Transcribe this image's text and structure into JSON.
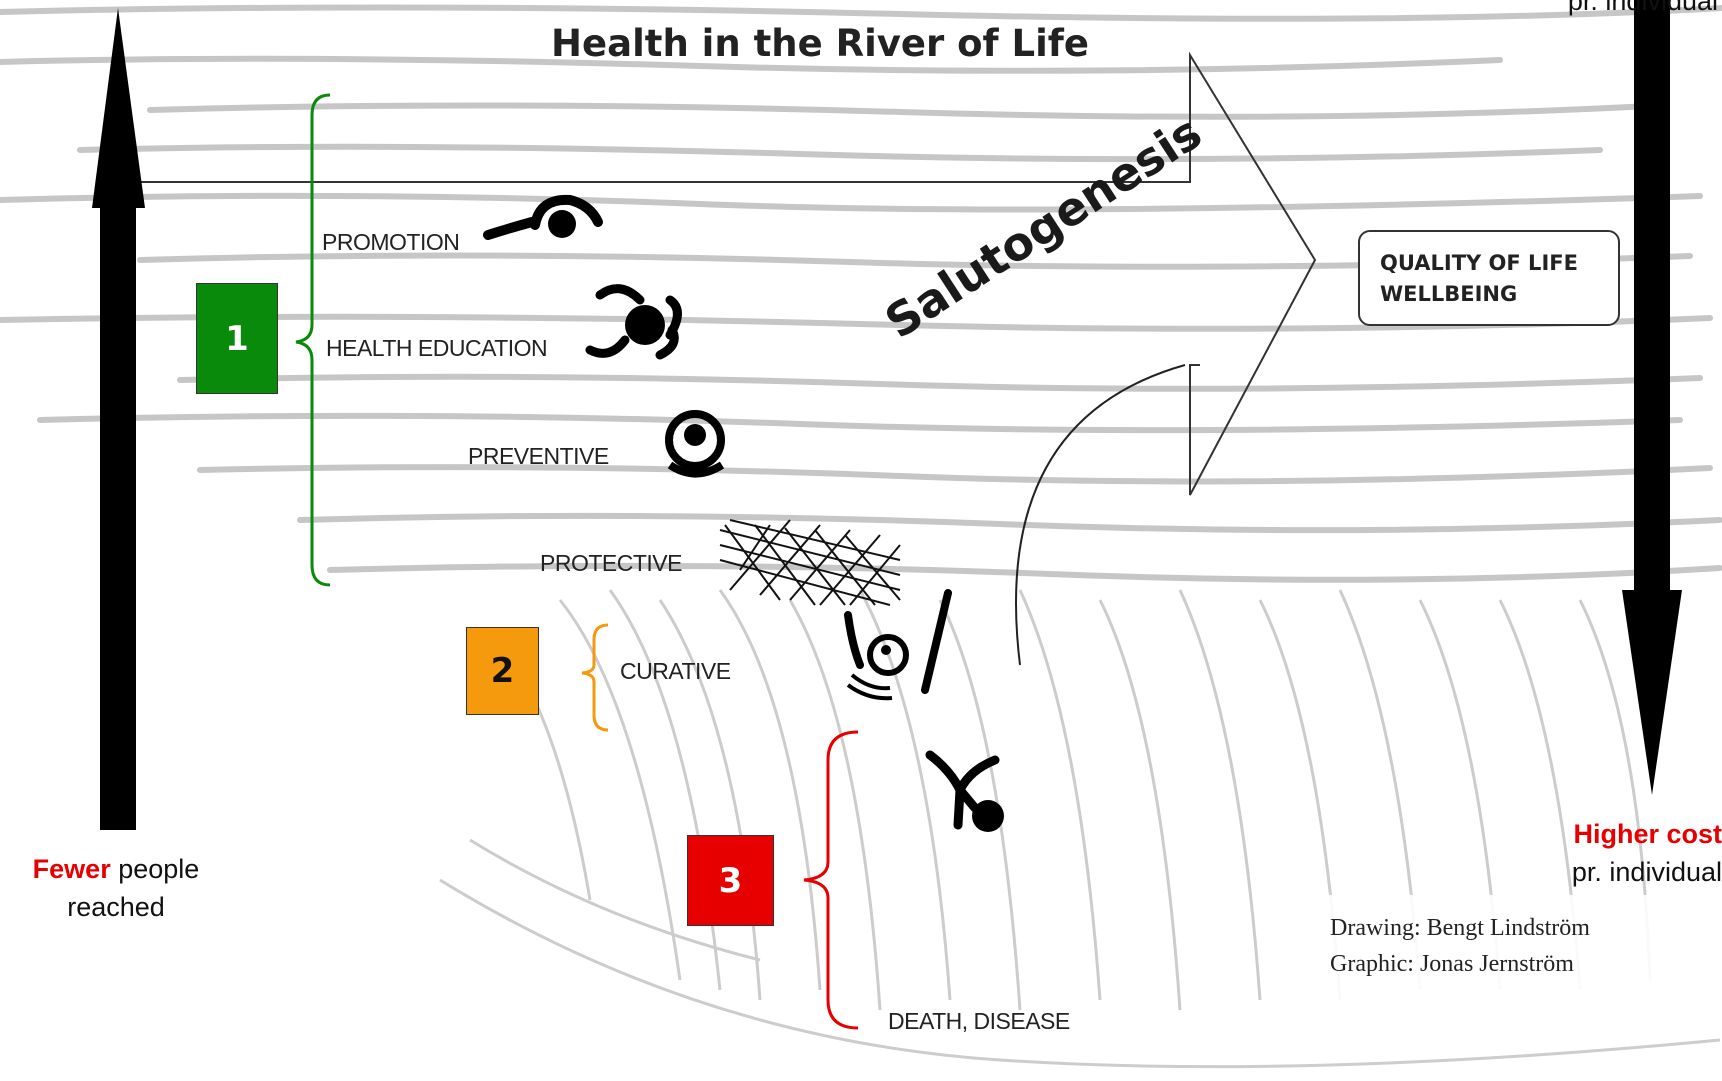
{
  "title": "Health in the River of Life",
  "levels": {
    "promotion": "PROMOTION",
    "health_education": "HEALTH EDUCATION",
    "preventive": "PREVENTIVE",
    "protective": "PROTECTIVE",
    "curative": "CURATIVE",
    "death_disease": "DEATH, DISEASE"
  },
  "salutogenesis": "Salutogenesis",
  "quality_box": {
    "line1": "QUALITY OF LIFE",
    "line2": "WELLBEING"
  },
  "groups": [
    {
      "number": "1",
      "color": "#0a8a0a"
    },
    {
      "number": "2",
      "color": "#f59a0c"
    },
    {
      "number": "3",
      "color": "#e60000"
    }
  ],
  "left_caption": {
    "highlight": "Fewer",
    "rest": " people",
    "line2": "reached"
  },
  "right_caption": {
    "highlight": "Higher cost",
    "line2": "pr. individual"
  },
  "top_right_clipped": "pr. individual",
  "credits": {
    "line1": "Drawing: Bengt Lindström",
    "line2": "Graphic: Jonas Jernström"
  },
  "colors": {
    "green": "#0a8a0a",
    "orange": "#f59a0c",
    "red": "#e60000"
  }
}
